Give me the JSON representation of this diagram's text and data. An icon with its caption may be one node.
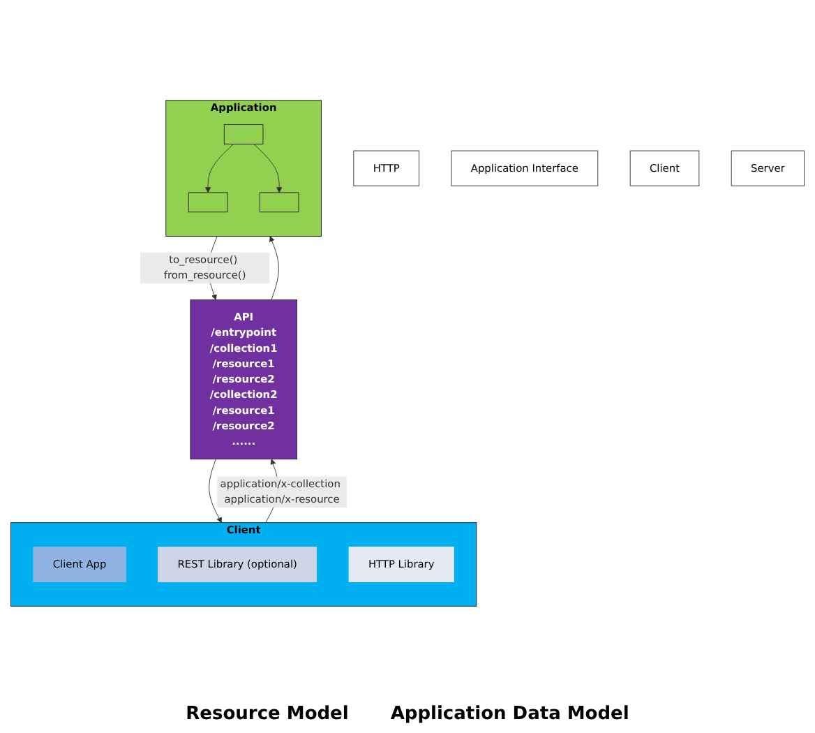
{
  "diagram": {
    "nodes": [
      {
        "text": [
          "API",
          "/entrypoint",
          "/collection1",
          "/resource1",
          "/resource2",
          "/collection2",
          "/resource1",
          "/resource2",
          "......"
        ]
      },
      {
        "text": [
          "Client"
        ]
      },
      {
        "text": [
          "Client App"
        ],
        "in": 1
      },
      {
        "text": [
          "REST Library (optional)"
        ],
        "in": 1
      },
      {
        "text": [
          "HTTP Library"
        ],
        "in": 1
      },
      {
        "text": [
          "Application"
        ]
      },
      {
        "text": [],
        "shape": "box",
        "in": 5
      },
      {
        "text": [],
        "shape": "box",
        "in": 5
      },
      {
        "text": [],
        "shape": "box",
        "in": 5
      },
      {
        "text": [
          "HTTP"
        ]
      },
      {
        "text": [
          "Application Interface"
        ]
      },
      {
        "text": [
          "Client"
        ]
      },
      {
        "text": [
          "Server"
        ]
      }
    ],
    "edges": [
      {
        "from": 1,
        "to": 0,
        "arrow": "to",
        "label": "application/x-collection application/x-resource"
      },
      {
        "from": 0,
        "to": 1,
        "arrow": "to"
      },
      {
        "from": 5,
        "to": 0,
        "arrow": "to",
        "label": "to_resource() from_resource()"
      },
      {
        "from": 0,
        "to": 5,
        "arrow": "to"
      },
      {
        "from": 6,
        "to": 7,
        "arrow": "to"
      },
      {
        "from": 6,
        "to": 8,
        "arrow": "to"
      }
    ],
    "labels": [
      "Resource Model",
      "Application Data Model"
    ]
  }
}
